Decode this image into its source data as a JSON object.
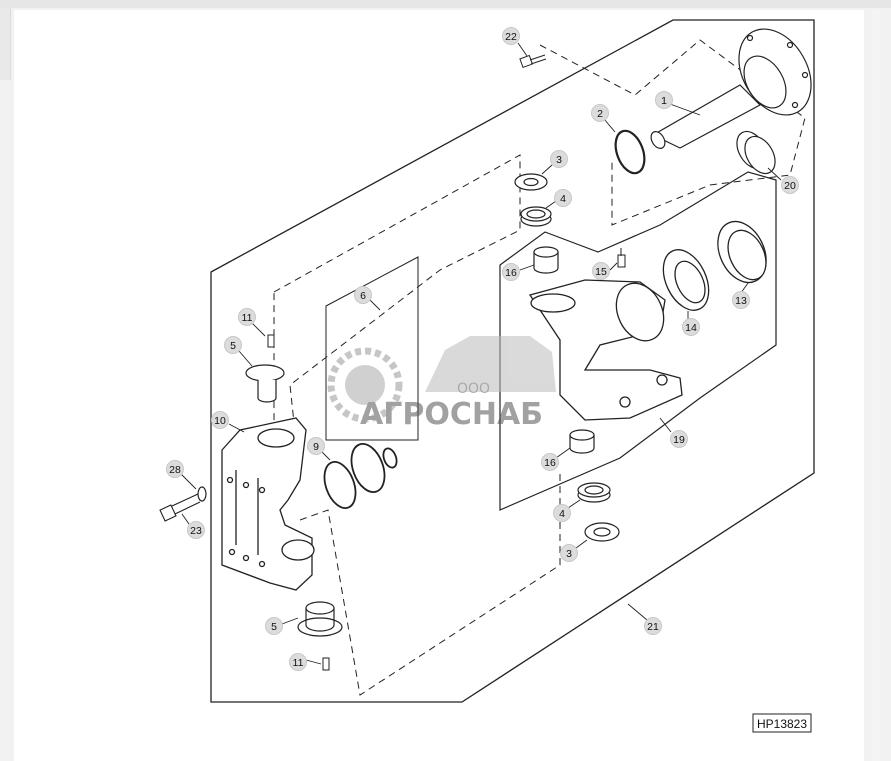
{
  "drawing_code": "HP13823",
  "watermark": {
    "small": "ООО",
    "brand": "АГРОСНАБ"
  },
  "callouts": [
    {
      "id": "c22",
      "label": "22"
    },
    {
      "id": "c1",
      "label": "1"
    },
    {
      "id": "c2",
      "label": "2"
    },
    {
      "id": "c20",
      "label": "20"
    },
    {
      "id": "c3a",
      "label": "3"
    },
    {
      "id": "c4a",
      "label": "4"
    },
    {
      "id": "c16a",
      "label": "16"
    },
    {
      "id": "c15",
      "label": "15"
    },
    {
      "id": "c13",
      "label": "13"
    },
    {
      "id": "c14",
      "label": "14"
    },
    {
      "id": "c6",
      "label": "6"
    },
    {
      "id": "c11a",
      "label": "11"
    },
    {
      "id": "c5a",
      "label": "5"
    },
    {
      "id": "c10",
      "label": "10"
    },
    {
      "id": "c9",
      "label": "9"
    },
    {
      "id": "c19",
      "label": "19"
    },
    {
      "id": "c16b",
      "label": "16"
    },
    {
      "id": "c28",
      "label": "28"
    },
    {
      "id": "c23",
      "label": "23"
    },
    {
      "id": "c4b",
      "label": "4"
    },
    {
      "id": "c3b",
      "label": "3"
    },
    {
      "id": "c21",
      "label": "21"
    },
    {
      "id": "c5b",
      "label": "5"
    },
    {
      "id": "c11b",
      "label": "11"
    }
  ]
}
